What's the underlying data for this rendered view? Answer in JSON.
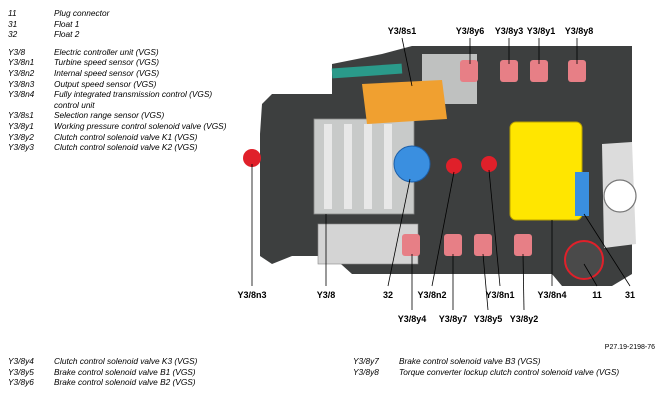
{
  "legend_top": [
    {
      "code": "11",
      "desc": "Plug connector"
    },
    {
      "code": "31",
      "desc": "Float 1"
    },
    {
      "code": "32",
      "desc": "Float 2"
    }
  ],
  "legend_mid": [
    {
      "code": "Y3/8",
      "desc": "Electric controller unit (VGS)"
    },
    {
      "code": "Y3/8n1",
      "desc": "Turbine speed sensor (VGS)"
    },
    {
      "code": "Y3/8n2",
      "desc": "Internal speed sensor (VGS)"
    },
    {
      "code": "Y3/8n3",
      "desc": "Output speed sensor (VGS)"
    },
    {
      "code": "Y3/8n4",
      "desc": "Fully integrated transmission control (VGS) control unit"
    },
    {
      "code": "Y3/8s1",
      "desc": "Selection range sensor (VGS)"
    },
    {
      "code": "Y3/8y1",
      "desc": "Working pressure control solenoid valve (VGS)"
    },
    {
      "code": "Y3/8y2",
      "desc": "Clutch control solenoid valve K1 (VGS)"
    },
    {
      "code": "Y3/8y3",
      "desc": "Clutch control solenoid valve K2 (VGS)"
    }
  ],
  "legend_bottom_left": [
    {
      "code": "Y3/8y4",
      "desc": "Clutch control solenoid valve K3 (VGS)"
    },
    {
      "code": "Y3/8y5",
      "desc": "Brake control solenoid valve B1 (VGS)"
    },
    {
      "code": "Y3/8y6",
      "desc": "Brake control solenoid valve B2 (VGS)"
    }
  ],
  "legend_bottom_right": [
    {
      "code": "Y3/8y7",
      "desc": "Brake control solenoid valve B3 (VGS)"
    },
    {
      "code": "Y3/8y8",
      "desc": "Torque converter lockup clutch control solenoid valve (VGS)"
    }
  ],
  "callouts": {
    "s1": "Y3/8s1",
    "y6": "Y3/8y6",
    "y3": "Y3/8y3",
    "y1": "Y3/8y1",
    "y8": "Y3/8y8",
    "n3": "Y3/8n3",
    "unit": "Y3/8",
    "c32": "32",
    "n2": "Y3/8n2",
    "n1": "Y3/8n1",
    "n4": "Y3/8n4",
    "c11": "11",
    "c31": "31",
    "y4": "Y3/8y4",
    "y7": "Y3/8y7",
    "y5": "Y3/8y5",
    "y2": "Y3/8y2"
  },
  "reference": "P27.19-2198-76",
  "colors": {
    "housing": "#3d3f3f",
    "housing_light": "#6b6e6e",
    "valve_pink": "#e77f86",
    "control_unit_yellow": "#ffe600",
    "orange": "#f0a030",
    "sensor_blue": "#3a8fe0",
    "sensor_red": "#e0202a",
    "teal": "#2a9a8a"
  }
}
